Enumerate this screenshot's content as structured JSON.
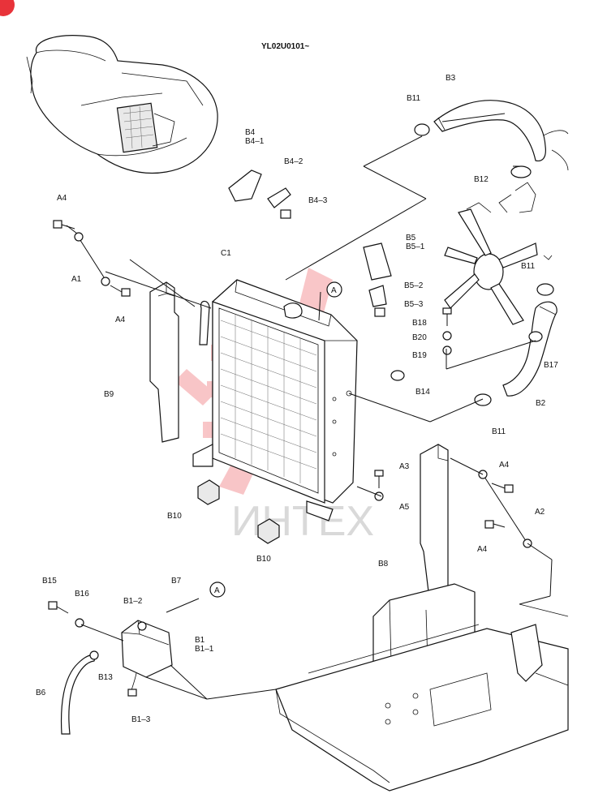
{
  "header": {
    "serial": "YL02U0101~"
  },
  "watermark": {
    "text": "ИНТЕХ",
    "color": "#e8333a"
  },
  "callouts": [
    {
      "id": "A",
      "text": "A"
    },
    {
      "id": "A2",
      "text": "A"
    }
  ],
  "labels": {
    "A1": "A1",
    "A2": "A2",
    "A3": "A3",
    "A4a": "A4",
    "A4b": "A4",
    "A4c": "A4",
    "A4d": "A4",
    "A5": "A5",
    "B1": "B1",
    "B1_1": "B1–1",
    "B1_2": "B1–2",
    "B1_3": "B1–3",
    "B2": "B2",
    "B3": "B3",
    "B4": "B4",
    "B4_1": "B4–1",
    "B4_2": "B4–2",
    "B4_3": "B4–3",
    "B5": "B5",
    "B5_1": "B5–1",
    "B5_2": "B5–2",
    "B5_3": "B5–3",
    "B6": "B6",
    "B7": "B7",
    "B8": "B8",
    "B9": "B9",
    "B10a": "B10",
    "B10b": "B10",
    "B11a": "B11",
    "B11b": "B11",
    "B11c": "B11",
    "B12": "B12",
    "B13": "B13",
    "B14": "B14",
    "B15": "B15",
    "B16": "B16",
    "B17": "B17",
    "B18": "B18",
    "B19": "B19",
    "B20": "B20",
    "C1": "C1"
  }
}
